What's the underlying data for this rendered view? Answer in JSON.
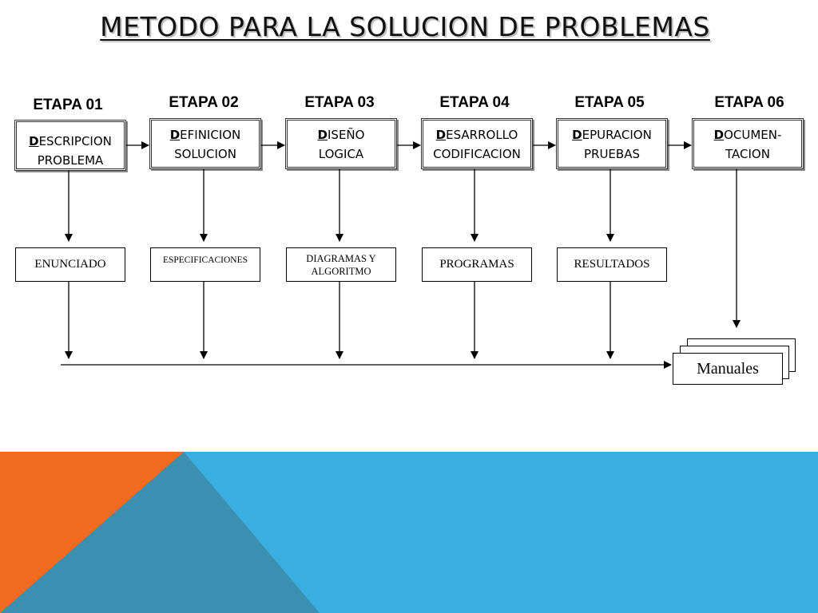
{
  "title": "METODO PARA LA SOLUCION DE PROBLEMAS",
  "stages": [
    {
      "label": "ETAPA 01",
      "initial": "D",
      "line1_rest": "ESCRIPCION",
      "line2": "PROBLEMA",
      "output": "ENUNCIADO"
    },
    {
      "label": "ETAPA 02",
      "initial": "D",
      "line1_rest": "EFINICION",
      "line2": "SOLUCION",
      "output": "ESPECIFICACIONES"
    },
    {
      "label": "ETAPA 03",
      "initial": "D",
      "line1_rest": "ISEÑO",
      "line2": "LOGICA",
      "output_line1": "DIAGRAMAS Y",
      "output_line2": "ALGORITMO"
    },
    {
      "label": "ETAPA 04",
      "initial": "D",
      "line1_rest": "ESARROLLO",
      "line2": "CODIFICACION",
      "output": "PROGRAMAS"
    },
    {
      "label": "ETAPA 05",
      "initial": "D",
      "line1_rest": "EPURACION",
      "line2": "PRUEBAS",
      "output": "RESULTADOS"
    },
    {
      "label": "ETAPA 06",
      "initial": "D",
      "line1_rest": "OCUMEN-",
      "line2": "TACION"
    }
  ],
  "final_output": "Manuales",
  "colors": {
    "orange": "#f26b21",
    "blue": "#3aaee0",
    "dark_blue": "#3b8fb0"
  }
}
